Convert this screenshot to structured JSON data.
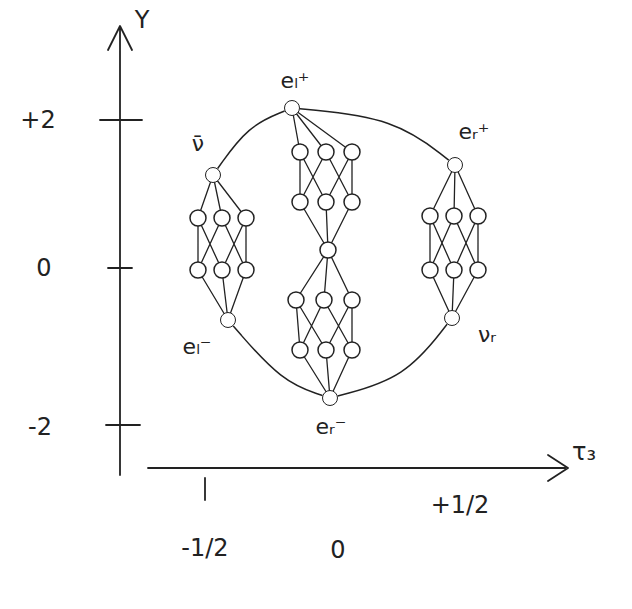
{
  "diagram": {
    "nodes": [
      {
        "text": [
          "eₗ⁺"
        ]
      },
      {
        "text": [
          "ν̄"
        ]
      },
      {
        "text": [
          "eᵣ⁺"
        ]
      },
      {
        "text": [
          "eₗ⁻"
        ]
      },
      {
        "text": [
          "νᵣ"
        ]
      },
      {
        "text": [
          "eᵣ⁻"
        ]
      }
    ],
    "edges": [
      {
        "from": 0,
        "to": 1,
        "arrow": "none"
      },
      {
        "from": 0,
        "to": 2,
        "arrow": "none"
      },
      {
        "from": 3,
        "to": 5,
        "arrow": "none"
      },
      {
        "from": 4,
        "to": 5,
        "arrow": "none"
      }
    ],
    "labels": [
      "Y",
      "+2",
      "0",
      "-2",
      "-1/2",
      "0",
      "+1/2",
      "τ₃"
    ]
  }
}
